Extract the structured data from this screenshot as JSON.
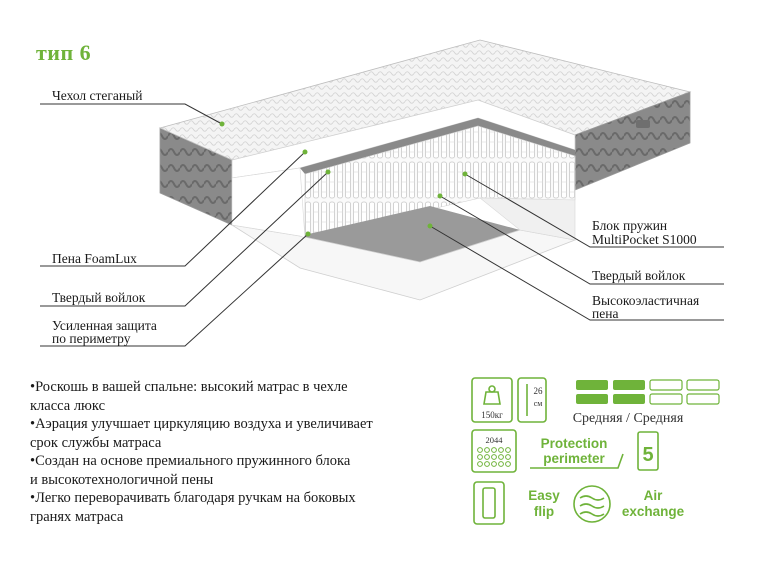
{
  "title": "тип 6",
  "labels": {
    "cover": "Чехол стеганый",
    "foam_lux": "Пена FoamLux",
    "felt_left": "Твердый войлок",
    "perimeter_1": "Усиленная защита",
    "perimeter_2": "по периметру",
    "springs_1": "Блок пружин",
    "springs_2": "MultiPocket S1000",
    "felt_right": "Твердый войлок",
    "hr_foam_1": "Высокоэластичная",
    "hr_foam_2": "пена"
  },
  "bullets": [
    "Роскошь в вашей спальне: высокий матрас в чехле\nкласса люкс",
    "Аэрация улучшает циркуляцию воздуха и увеличивает\nсрок службы матраса",
    "Создан на основе премиального пружинного блока\nи высокотехнологичной пены",
    "Легко переворачивать благодаря ручкам на боковых\nгранях матраса"
  ],
  "bullet_mark": "•",
  "specs": {
    "weight": "150кг",
    "height_num": "26",
    "height_unit": "см",
    "firmness": "Средняя / Средняя",
    "firmness_level": 2,
    "firmness_total": 4,
    "springs_count": "2044",
    "protection_1": "Protection",
    "protection_2": "perimeter",
    "zones": "5",
    "easy_1": "Easy",
    "easy_2": "flip",
    "air_1": "Air",
    "air_2": "exchange"
  },
  "colors": {
    "accent": "#6fb33a",
    "text": "#1a1a1a"
  }
}
